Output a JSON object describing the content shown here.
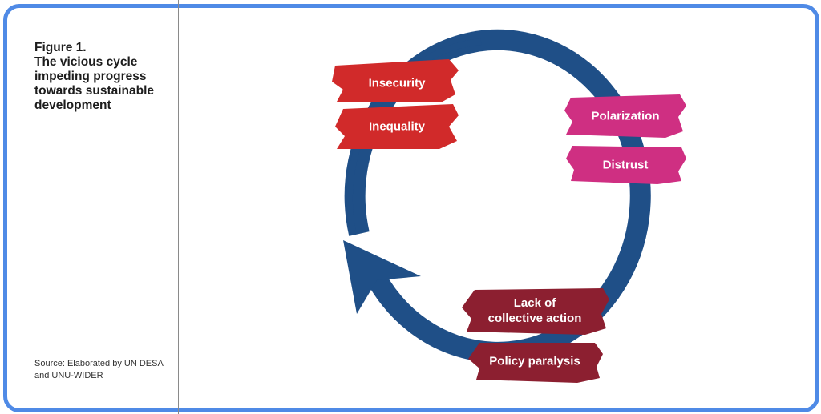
{
  "figure": {
    "title_lines": [
      "Figure 1.",
      "The vicious cycle",
      "impeding progress",
      "towards sustainable",
      "development"
    ],
    "source_lines": [
      "Source: Elaborated by UN DESA",
      "and UNU-WIDER"
    ]
  },
  "cycle": {
    "labels": [
      {
        "text": "Insecurity",
        "color": "#d12a2a"
      },
      {
        "text": "Inequality",
        "color": "#d12a2a"
      },
      {
        "text": "Polarization",
        "color": "#cf2f82"
      },
      {
        "text": "Distrust",
        "color": "#cf2f82"
      },
      {
        "text_lines": [
          "Lack of",
          "collective action"
        ],
        "color": "#8c1f30"
      },
      {
        "text": "Policy paralysis",
        "color": "#8c1f30"
      }
    ],
    "arrow_color": "#1f4f87"
  }
}
